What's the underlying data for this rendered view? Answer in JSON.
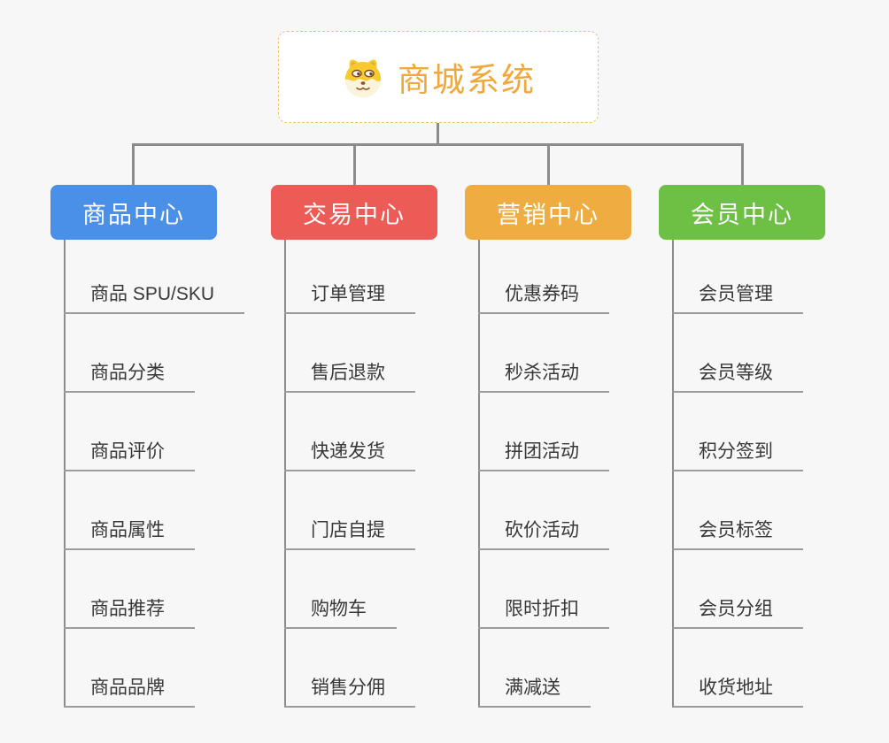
{
  "page": {
    "background": "#f7f7f8",
    "connector_color": "#8c8c8c",
    "leaf_underline_color": "#9c9c9c"
  },
  "root": {
    "label": "商城系统",
    "icon": "dog-face-icon",
    "text_color": "#f0a73b",
    "border_color": "#f3c06b"
  },
  "branches": [
    {
      "label": "商品中心",
      "color": "#4a90e8",
      "children": [
        "商品 SPU/SKU",
        "商品分类",
        "商品评价",
        "商品属性",
        "商品推荐",
        "商品品牌"
      ]
    },
    {
      "label": "交易中心",
      "color": "#ec5b56",
      "children": [
        "订单管理",
        "售后退款",
        "快递发货",
        "门店自提",
        "购物车",
        "销售分佣"
      ]
    },
    {
      "label": "营销中心",
      "color": "#efad41",
      "children": [
        "优惠券码",
        "秒杀活动",
        "拼团活动",
        "砍价活动",
        "限时折扣",
        "满减送"
      ]
    },
    {
      "label": "会员中心",
      "color": "#6ec044",
      "children": [
        "会员管理",
        "会员等级",
        "积分签到",
        "会员标签",
        "会员分组",
        "收货地址"
      ]
    }
  ]
}
